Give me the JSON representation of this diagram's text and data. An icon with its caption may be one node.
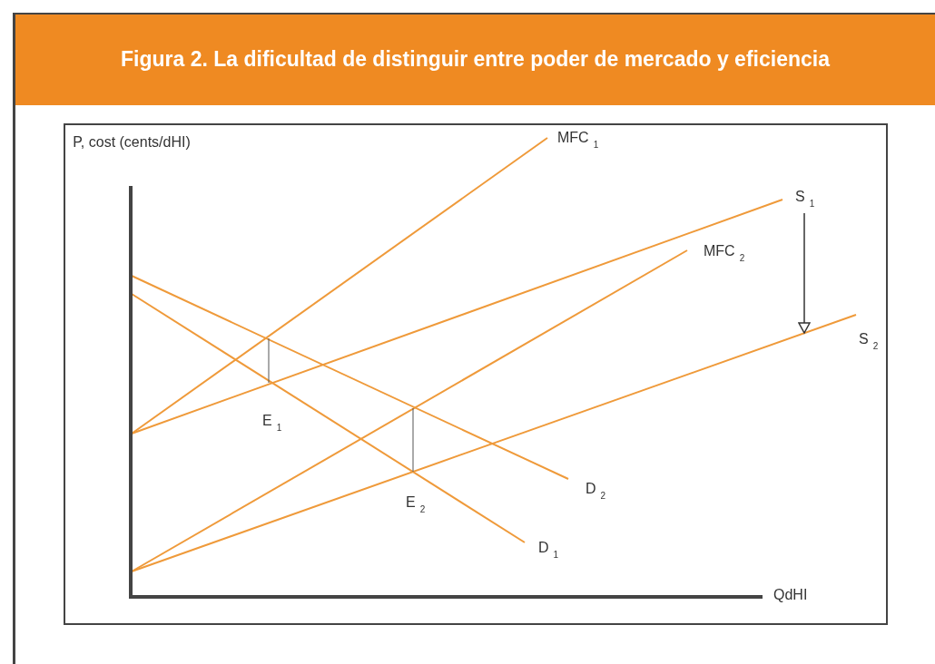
{
  "diagram": {
    "title": "Figura 2. La dificultad de distinguir entre poder de mercado y eficiencia",
    "labels": [
      "P, cost (cents/dHI)",
      "MFC$_{1}$",
      "S$_{1}$",
      "MFC$_{2}$",
      "S$_{2}$",
      "E$_{1}$",
      "D$_{2}$",
      "E$_{2}$",
      "D$_{1}$",
      "QdHI"
    ]
  }
}
